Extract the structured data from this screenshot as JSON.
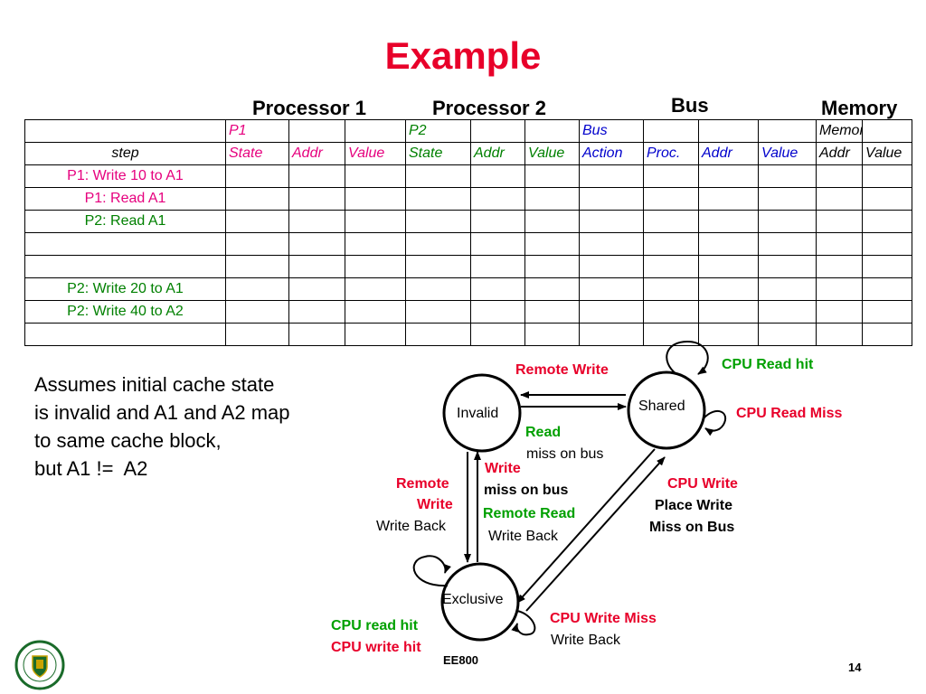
{
  "title": "Example",
  "headers": {
    "processor1": "Processor 1",
    "processor2": "Processor 2",
    "bus": "Bus",
    "memory": "Memory"
  },
  "table": {
    "group_row": [
      "",
      "P1",
      "",
      "",
      "P2",
      "",
      "",
      "Bus",
      "",
      "",
      "",
      "Memory",
      ""
    ],
    "column_row": [
      "step",
      "State",
      "Addr",
      "Value",
      "State",
      "Addr",
      "Value",
      "Action",
      "Proc.",
      "Addr",
      "Value",
      "Addr",
      "Value"
    ],
    "steps": [
      "P1: Write 10 to A1",
      "P1: Read A1",
      "P2: Read A1",
      "",
      "",
      "P2: Write 20 to A1",
      "P2: Write 40 to A2",
      ""
    ],
    "colors": {
      "p1": "#e6007e",
      "p2": "#008000",
      "bus": "#0000cc",
      "memory": "#000000"
    }
  },
  "assumption": "Assumes initial cache state\nis invalid and A1 and A2 map\nto same cache block,\nbut A1 !=  A2",
  "diagram": {
    "states": {
      "invalid": "Invalid",
      "shared": "Shared",
      "exclusive": "Exclusive"
    },
    "labels": {
      "remote_write_top": "Remote Write",
      "cpu_read_hit": "CPU Read hit",
      "cpu_read_miss": "CPU Read Miss",
      "read": "Read",
      "miss_on_bus": "miss on bus",
      "write": "Write",
      "write_miss_on_bus": "miss on bus",
      "remote_read": "Remote Read",
      "write_back_mid": "Write Back",
      "remote": "Remote",
      "write_left": "Write",
      "write_back_left": "Write Back",
      "cpu_write": "CPU Write",
      "place_write": "Place Write",
      "miss_on_bus_right": "Miss on Bus",
      "cpu_write_miss": "CPU Write Miss",
      "write_back_bottom": "Write Back",
      "cpu_read_hit_ex": "CPU read hit",
      "cpu_write_hit_ex": "CPU write hit"
    },
    "colors": {
      "red": "#e8002a",
      "green": "#00a000"
    }
  },
  "footer": {
    "course": "EE800",
    "page": "14",
    "logo": "university-of-saskatchewan-crest"
  }
}
